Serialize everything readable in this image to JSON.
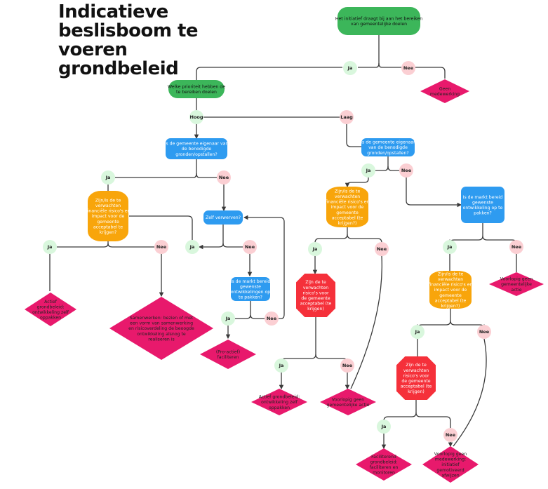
{
  "title": [
    "Indicatieve",
    "beslisboom te",
    "voeren",
    "grondbeleid"
  ],
  "colors": {
    "green": "#3cb65a",
    "blue": "#2e9bf0",
    "orange": "#f8a50b",
    "red": "#f5303a",
    "pink": "#e8196c",
    "yes": "#d9f7dd",
    "no": "#fbcfd3",
    "edge": "#3a3a3a"
  },
  "nodes": [
    {
      "id": "n_start",
      "name": "start-node",
      "type": "green",
      "text": [
        "Het initiatief draagt bij aan het bereiken",
        "van gemeentelijke doelen"
      ],
      "text_color": "#111111"
    },
    {
      "id": "n_prio",
      "name": "priority-question",
      "type": "green",
      "text": [
        "Welke prioriteit hebben de",
        "te bereiken doelen"
      ],
      "text_color": "#111111"
    },
    {
      "id": "n_geen_mw",
      "name": "outcome-geen-medewerking",
      "type": "pink",
      "text": [
        "Geen",
        "medewerking"
      ],
      "text_color": "#222222"
    },
    {
      "id": "n_eig_hoog",
      "name": "owner-question-high",
      "type": "blue",
      "text": [
        "Is de gemeente eigenaar van",
        "de benodigde",
        "gronden/opstallen?"
      ],
      "text_color": "#ffffff"
    },
    {
      "id": "n_eig_laag",
      "name": "owner-question-low",
      "type": "blue",
      "text": [
        "Is de gemeente eigenaar",
        "van de benodigde",
        "gronden/opstallen?"
      ],
      "text_color": "#ffffff"
    },
    {
      "id": "n_risk_a",
      "name": "risk-question-high",
      "type": "orange",
      "text": [
        "Zijn/is de te",
        "verwachten",
        "financiële risico's en",
        "impact voor de",
        "gemeente",
        "acceptabel te",
        "krijgen?"
      ],
      "text_color": "#ffffff"
    },
    {
      "id": "n_zelf",
      "name": "self-acquire-question",
      "type": "blue",
      "text": [
        "Zelf verwerven?"
      ],
      "text_color": "#ffffff"
    },
    {
      "id": "n_markt_a",
      "name": "market-question-high",
      "type": "blue",
      "text": [
        "Is de markt bereid",
        "gewenste",
        "ontwikkelingen op",
        "te pakken?"
      ],
      "text_color": "#ffffff"
    },
    {
      "id": "n_actief_a",
      "name": "outcome-actief-grondbeleid-high",
      "type": "pink",
      "text": [
        "Actief",
        "grondbeleid:",
        "ontwikkeling zelf",
        "oppakken"
      ],
      "text_color": "#222222"
    },
    {
      "id": "n_samen",
      "name": "outcome-samenwerken",
      "type": "pink",
      "text": [
        "Samenwerken: bezien of met",
        "een vorm van samenwerking",
        "en risicoverdeling de beoogde",
        "ontwikkeling alsnog te",
        "realiseren is"
      ],
      "text_color": "#222222"
    },
    {
      "id": "n_proactief",
      "name": "outcome-pro-actief-faciliteren",
      "type": "pink",
      "text": [
        "(Pro-actief)",
        "faciliteren"
      ],
      "text_color": "#222222"
    },
    {
      "id": "n_risk_b",
      "name": "risk-question-low-owner",
      "type": "orange",
      "text": [
        "Zijn/is de te",
        "verwachten",
        "financiële risico's en",
        "impact voor de",
        "gemeente",
        "acceptabel (te",
        "krijgen?)"
      ],
      "text_color": "#ffffff"
    },
    {
      "id": "n_oct_b",
      "name": "risk-check-low-owner",
      "type": "red",
      "text": [
        "Zijn de te",
        "verwachten",
        "risico's voor",
        "de gemeente",
        "acceptabel (te",
        "krijgen)"
      ],
      "text_color": "#ffffff"
    },
    {
      "id": "n_actief_b",
      "name": "outcome-actief-grondbeleid-low",
      "type": "pink",
      "text": [
        "Actief grondbeleid:",
        "ontwikkeling zelf",
        "oppakken"
      ],
      "text_color": "#222222"
    },
    {
      "id": "n_voorl_a",
      "name": "outcome-voorlopig-geen-actie-a",
      "type": "pink",
      "text": [
        "Voorlopig geen",
        "gemeentelijke actie"
      ],
      "text_color": "#222222"
    },
    {
      "id": "n_markt_b",
      "name": "market-question-low",
      "type": "blue",
      "text": [
        "Is de markt bereid",
        "gewenste",
        "ontwikkeling op te",
        "pakken?"
      ],
      "text_color": "#ffffff"
    },
    {
      "id": "n_voorl_b",
      "name": "outcome-voorlopig-geen-actie-b",
      "type": "pink",
      "text": [
        "Voorlopig geen",
        "gemeentelijke",
        "actie"
      ],
      "text_color": "#222222"
    },
    {
      "id": "n_risk_c",
      "name": "risk-question-market",
      "type": "orange",
      "text": [
        "Zijn/is de te",
        "verwachten",
        "financiële risico's en",
        "impact voor de",
        "gemeente",
        "acceptabel (te",
        "krijgen?)"
      ],
      "text_color": "#ffffff"
    },
    {
      "id": "n_oct_c",
      "name": "risk-check-market",
      "type": "red",
      "text": [
        "Zijn de te",
        "verwachten",
        "risico's voor",
        "de gemeente",
        "acceptabel (te",
        "krijgen)"
      ],
      "text_color": "#ffffff"
    },
    {
      "id": "n_facil",
      "name": "outcome-faciliterend-grondbeleid",
      "type": "pink",
      "text": [
        "Faciliterend",
        "grondbeleid:",
        "faciliteren en",
        "monitoren"
      ],
      "text_color": "#222222"
    },
    {
      "id": "n_voorl_mw",
      "name": "outcome-voorlopig-geen-medewerking",
      "type": "pink",
      "text": [
        "Voorlopig geen",
        "medewerking:",
        "initiatief",
        "gemotiveerd",
        "afwijzen"
      ],
      "text_color": "#222222"
    }
  ],
  "labels": [
    {
      "id": "l1",
      "kind": "yes",
      "text": "Ja"
    },
    {
      "id": "l2",
      "kind": "no",
      "text": "Nee"
    },
    {
      "id": "l3",
      "kind": "yes",
      "text": "Hoog"
    },
    {
      "id": "l4",
      "kind": "no",
      "text": "Laag"
    },
    {
      "id": "l5",
      "kind": "yes",
      "text": "Ja"
    },
    {
      "id": "l6",
      "kind": "no",
      "text": "Nee"
    },
    {
      "id": "l7",
      "kind": "yes",
      "text": "Ja"
    },
    {
      "id": "l8",
      "kind": "no",
      "text": "Nee"
    },
    {
      "id": "l9",
      "kind": "yes",
      "text": "Ja"
    },
    {
      "id": "l10",
      "kind": "no",
      "text": "Nee"
    },
    {
      "id": "l11",
      "kind": "yes",
      "text": "Ja"
    },
    {
      "id": "l12",
      "kind": "no",
      "text": "Nee"
    },
    {
      "id": "l13",
      "kind": "yes",
      "text": "Ja"
    },
    {
      "id": "l14",
      "kind": "no",
      "text": "Nee"
    },
    {
      "id": "l15",
      "kind": "yes",
      "text": "Ja"
    },
    {
      "id": "l16",
      "kind": "no",
      "text": "Nee"
    },
    {
      "id": "l17",
      "kind": "yes",
      "text": "Ja"
    },
    {
      "id": "l18",
      "kind": "no",
      "text": "Nee"
    },
    {
      "id": "l19",
      "kind": "yes",
      "text": "Ja"
    },
    {
      "id": "l20",
      "kind": "no",
      "text": "Nee"
    },
    {
      "id": "l21",
      "kind": "yes",
      "text": "Ja"
    },
    {
      "id": "l22",
      "kind": "no",
      "text": "Nee"
    }
  ]
}
